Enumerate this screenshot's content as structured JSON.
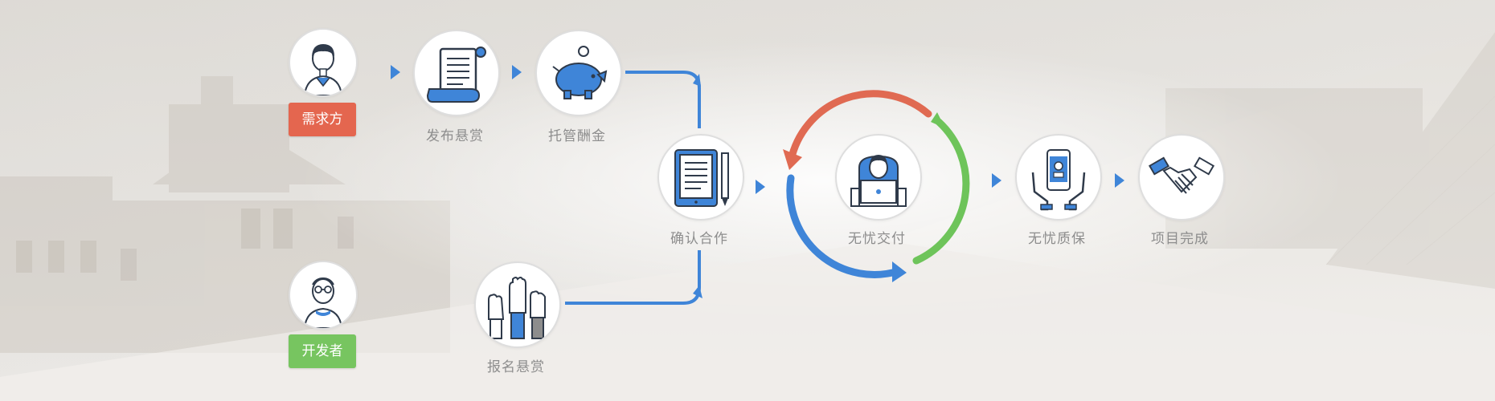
{
  "roles": {
    "demander": {
      "label": "需求方",
      "color": "#e4664f"
    },
    "developer": {
      "label": "开发者",
      "color": "#77c560"
    }
  },
  "steps": {
    "publish": {
      "label": "发布悬赏"
    },
    "escrow": {
      "label": "托管酬金"
    },
    "signup": {
      "label": "报名悬赏"
    },
    "confirm": {
      "label": "确认合作"
    },
    "deliver": {
      "label": "无忧交付"
    },
    "warranty": {
      "label": "无忧质保"
    },
    "complete": {
      "label": "项目完成"
    }
  },
  "colors": {
    "flow_blue": "#3f85d8",
    "cycle_red": "#e06a52",
    "cycle_green": "#6ec45a",
    "cycle_blue": "#3f85d8",
    "icon_dark": "#2f3a4a",
    "label_gray": "#8d8d8d"
  },
  "icons": {
    "demander": "businessman-avatar-icon",
    "developer": "developer-glasses-avatar-icon",
    "publish": "scroll-document-icon",
    "escrow": "piggy-bank-icon",
    "signup": "raised-hands-icon",
    "confirm": "tablet-contract-icon",
    "deliver": "person-laptop-icon",
    "warranty": "phone-in-hands-icon",
    "complete": "handshake-icon"
  }
}
